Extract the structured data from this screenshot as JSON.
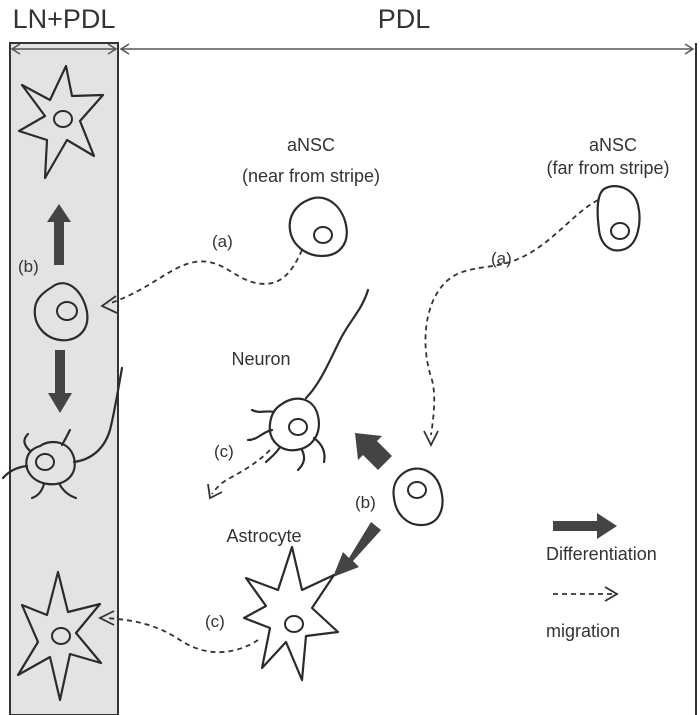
{
  "regions": {
    "stripe_label": "LN+PDL",
    "field_label": "PDL",
    "stripe_fill": "#e3e3e3",
    "line_color": "#333333"
  },
  "cells": {
    "ansc_near_label_1": "aNSC",
    "ansc_near_label_2": "(near from stripe)",
    "ansc_far_label_1": "aNSC",
    "ansc_far_label_2": "(far from stripe)",
    "neuron_label": "Neuron",
    "astrocyte_label": "Astrocyte"
  },
  "step_labels": {
    "a": "(a)",
    "b": "(b)",
    "c": "(c)"
  },
  "legend": {
    "differentiation_label": "Differentiation",
    "migration_label": "migration",
    "differentiation_icon": "solid-arrow-icon",
    "migration_icon": "dashed-arrow-icon"
  }
}
